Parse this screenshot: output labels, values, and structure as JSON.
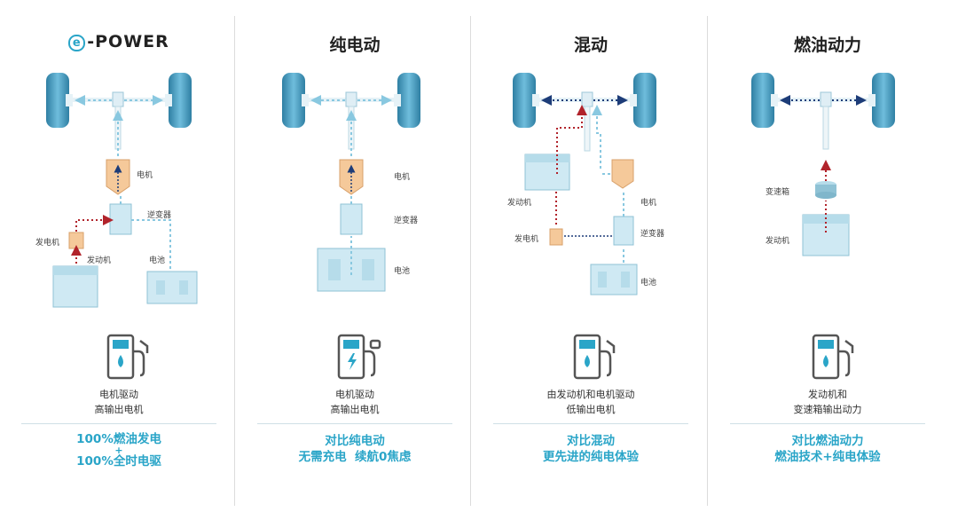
{
  "columns": [
    {
      "id": "epower",
      "logo": {
        "prefix": "e",
        "text": "-POWER"
      },
      "title": "",
      "labels": {
        "motor": "电机",
        "inverter": "逆变器",
        "generator": "发电机",
        "engine": "发动机",
        "battery": "电池"
      },
      "pump_icon": "fuel-pump-icon",
      "desc": [
        "电机驱动",
        "高输出电机"
      ],
      "highlight": [
        "100%燃油发电",
        "+",
        "100%全时电驱"
      ]
    },
    {
      "id": "ev",
      "title": "纯电动",
      "labels": {
        "motor": "电机",
        "inverter": "逆变器",
        "battery": "电池"
      },
      "pump_icon": "charging-station-icon",
      "desc": [
        "电机驱动",
        "高输出电机"
      ],
      "highlight": [
        "对比纯电动",
        "无需充电  续航0焦虑"
      ]
    },
    {
      "id": "hybrid",
      "title": "混动",
      "labels": {
        "engine": "发动机",
        "motor": "电机",
        "generator": "发电机",
        "inverter": "逆变器",
        "battery": "电池"
      },
      "pump_icon": "fuel-pump-icon",
      "desc": [
        "由发动机和电机驱动",
        "低输出电机"
      ],
      "highlight": [
        "对比混动",
        "更先进的纯电体验"
      ]
    },
    {
      "id": "ice",
      "title": "燃油动力",
      "labels": {
        "transmission": "变速箱",
        "engine": "发动机"
      },
      "pump_icon": "fuel-pump-icon",
      "desc": [
        "发动机和",
        "变速箱输出动力"
      ],
      "highlight": [
        "对比燃油动力",
        "燃油技术+纯电体验"
      ]
    }
  ],
  "colors": {
    "accent": "#2aa5c8",
    "tire": "#5eaed0",
    "tire_dark": "#2f7fa3",
    "component_blue": "#cfe9f3",
    "component_orange": "#f5c99a",
    "power_flow": "#b1232b",
    "drive_flow": "#1d3c78",
    "electric_flow": "#89c8e0"
  }
}
